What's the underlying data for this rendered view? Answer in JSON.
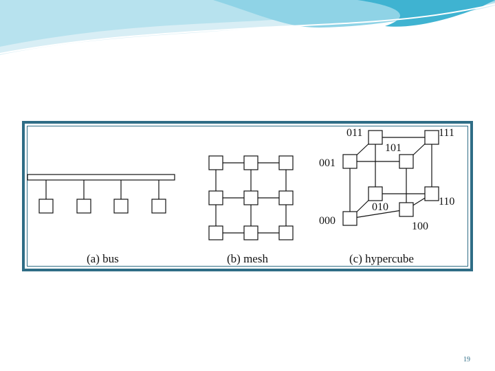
{
  "slide": {
    "page_number": "19",
    "colors": {
      "frame": "#2f6d86",
      "banner_light": "#d8eef5",
      "banner_mid": "#8fd3e6",
      "banner_dark": "#3fb3d1"
    }
  },
  "figure": {
    "captions": {
      "bus": "(a) bus",
      "mesh": "(b) mesh",
      "hypercube": "(c) hypercube"
    },
    "hypercube_labels": {
      "n000": "000",
      "n001": "001",
      "n010": "010",
      "n011": "011",
      "n100": "100",
      "n101": "101",
      "n110": "110",
      "n111": "111"
    }
  }
}
